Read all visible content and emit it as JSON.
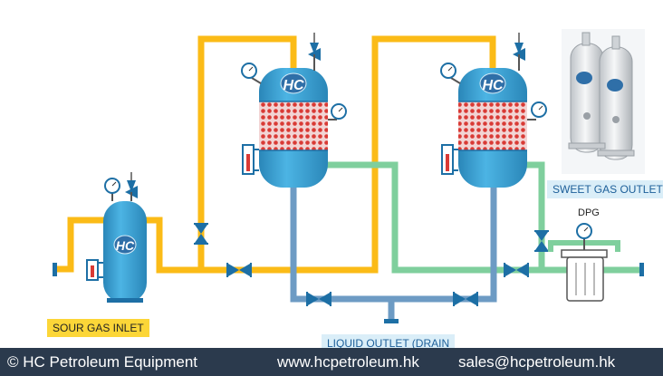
{
  "labels": {
    "sour_gas_inlet": "SOUR GAS INLET",
    "liquid_outlet": "LIQUID OUTLET (DRAIN",
    "sweet_gas_outlet": "SWEET GAS OUTLET",
    "dpg": "DPG"
  },
  "logo_text": "HC",
  "footer": {
    "company": "© HC Petroleum Equipment",
    "website": "www.hcpetroleum.hk",
    "email": "sales@hcpetroleum.hk"
  },
  "colors": {
    "sour_gas_line": "#fbbb17",
    "sweet_gas_line": "#7fcf9d",
    "drain_line": "#6d9bc4",
    "vessel": "#3aa2d4",
    "packing": "#d93a35",
    "footer_bg": "#2b3a4d"
  }
}
